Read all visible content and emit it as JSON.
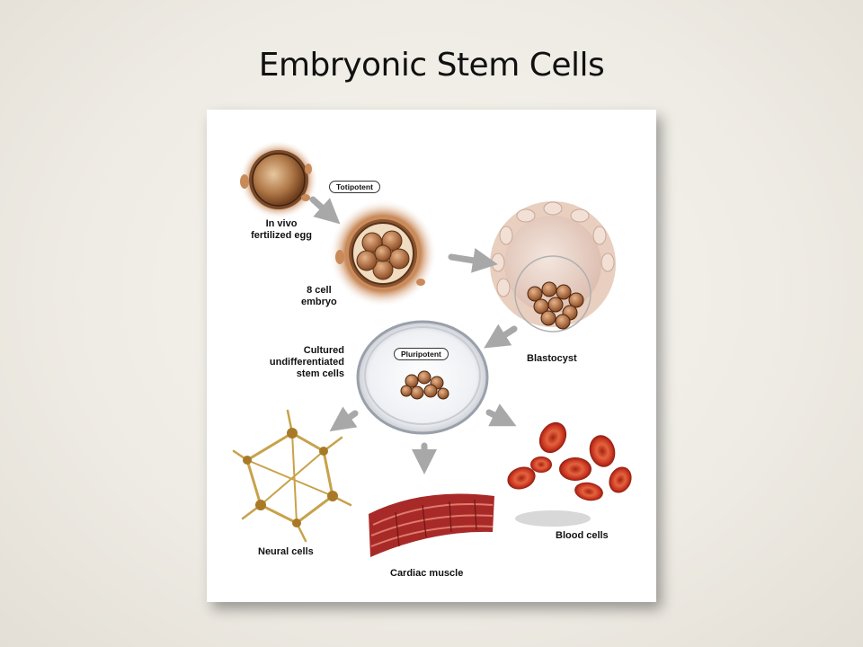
{
  "slide": {
    "title": "Embryonic Stem Cells"
  },
  "diagram": {
    "tags": {
      "totipotent": "Totipotent",
      "pluripotent": "Pluripotent"
    },
    "labels": {
      "egg_line1": "In vivo",
      "egg_line2": "fertilized egg",
      "embryo_line1": "8 cell",
      "embryo_line2": "embryo",
      "blastocyst": "Blastocyst",
      "cultured_line1": "Cultured",
      "cultured_line2": "undifferentiated",
      "cultured_line3": "stem cells",
      "neural": "Neural cells",
      "cardiac": "Cardiac muscle",
      "blood": "Blood cells"
    },
    "colors": {
      "arrow": "#a8a8a8",
      "cell_brown": "#b06a3a",
      "blood_red": "#c8321f",
      "muscle": "#a82a28",
      "neural": "#c8a24a"
    }
  }
}
